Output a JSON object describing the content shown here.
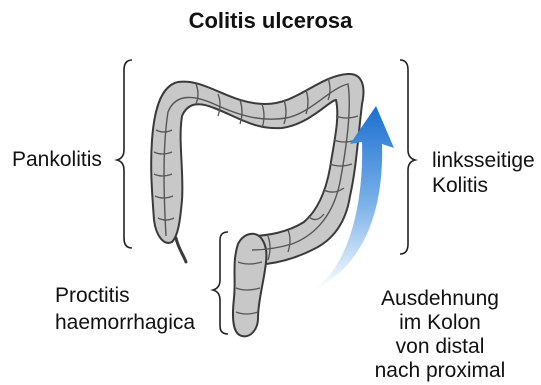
{
  "title": "Colitis ulcerosa",
  "labels": {
    "pankolitis": "Pankolitis",
    "linksseitige_kolitis": [
      "linksseitige",
      "Kolitis"
    ],
    "proctitis": [
      "Proctitis",
      "haemorrhagica"
    ],
    "ausdehnung": [
      "Ausdehnung",
      "im Kolon",
      "von distal",
      "nach proximal"
    ]
  },
  "colors": {
    "colon_fill": "#c8c8c8",
    "colon_stroke": "#3a3a3a",
    "arrow_top": "#1a6fd0",
    "arrow_bottom": "#ffffff",
    "text": "#111111"
  },
  "icons": {
    "colon": "colon-illustration",
    "arrow": "spread-arrow-icon",
    "brackets": "curly-brace"
  }
}
